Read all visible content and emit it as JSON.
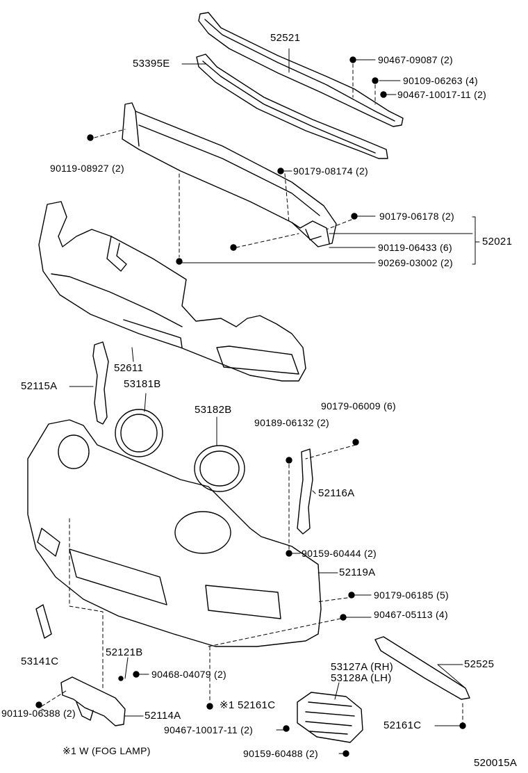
{
  "labels": {
    "p52521": "52521",
    "p53395e": "53395E",
    "p90467_09087": "90467-09087 (2)",
    "p90109_06263": "90109-06263 (4)",
    "p90467_10017_top": "90467-10017-11 (2)",
    "p90119_08927": "90119-08927 (2)",
    "p90179_08174": "90179-08174 (2)",
    "p90179_06178": "90179-06178 (2)",
    "p52021": "52021",
    "p90119_06433": "90119-06433 (6)",
    "p90269_03002": "90269-03002 (2)",
    "p52611": "52611",
    "p52115a": "52115A",
    "p53181b": "53181B",
    "p53182b": "53182B",
    "p90179_06009": "90179-06009 (6)",
    "p90189_06132": "90189-06132 (2)",
    "p52116a": "52116A",
    "p90159_60444": "90159-60444 (2)",
    "p52119a": "52119A",
    "p90179_06185": "90179-06185 (5)",
    "p90467_05113": "90467-05113 (4)",
    "p53141c": "53141C",
    "p52121b": "52121B",
    "p90468_04079": "90468-04079 (2)",
    "p52525": "52525",
    "p53127a": "53127A (RH)",
    "p53128a": "53128A (LH)",
    "p52114a": "52114A",
    "p52161c_a": "※1 52161C",
    "p52161c_b": "52161C",
    "p90119_06388": "90119-06388 (2)",
    "p90467_10017_bot": "90467-10017-11 (2)",
    "p90159_60488": "90159-60488 (2)",
    "footnote": "※1 W (FOG LAMP)",
    "diagram_id": "520015A"
  }
}
